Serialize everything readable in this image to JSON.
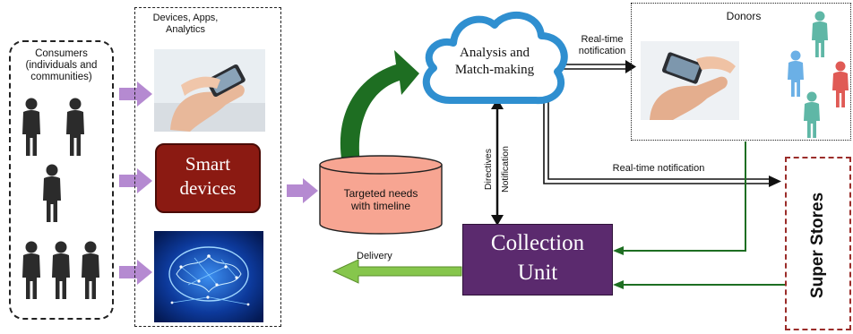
{
  "consumers": {
    "label_lines": [
      "Consumers",
      "(individuals and",
      "communities)"
    ]
  },
  "devices_panel": {
    "label_lines": [
      "Devices, Apps,",
      "Analytics"
    ]
  },
  "smart_devices": {
    "label_lines": [
      "Smart",
      "devices"
    ]
  },
  "targeted_needs": {
    "label_lines": [
      "Targeted needs",
      "with timeline"
    ]
  },
  "analysis_cloud": {
    "label_lines": [
      "Analysis and",
      "Match-making"
    ]
  },
  "realtime_top": {
    "label_lines": [
      "Real-time",
      "notification"
    ]
  },
  "donors": {
    "label": "Donors"
  },
  "realtime_mid": {
    "label": "Real-time notification"
  },
  "directives": {
    "label_a": "Directives",
    "label_b": "Notification"
  },
  "collection_unit": {
    "label_lines": [
      "Collection",
      "Unit"
    ]
  },
  "delivery": {
    "label": "Delivery"
  },
  "super_stores": {
    "label": "Super Stores"
  },
  "colors": {
    "smart_devices_fill": "#8b1a12",
    "collection_unit_fill": "#5b2a6e",
    "cylinder_fill": "#f7a592",
    "cloud_stroke": "#2f8fd0",
    "purple_arrow": "#b58ad1",
    "green_arrow": "#1e6e22",
    "delivery_arrow": "#86c64c",
    "super_stores_border": "#9b2d2a",
    "person_dark": "#2b2b2b",
    "donor_teal": "#5fb7a6",
    "donor_blue": "#6bb0e6",
    "donor_red": "#e05a55"
  }
}
